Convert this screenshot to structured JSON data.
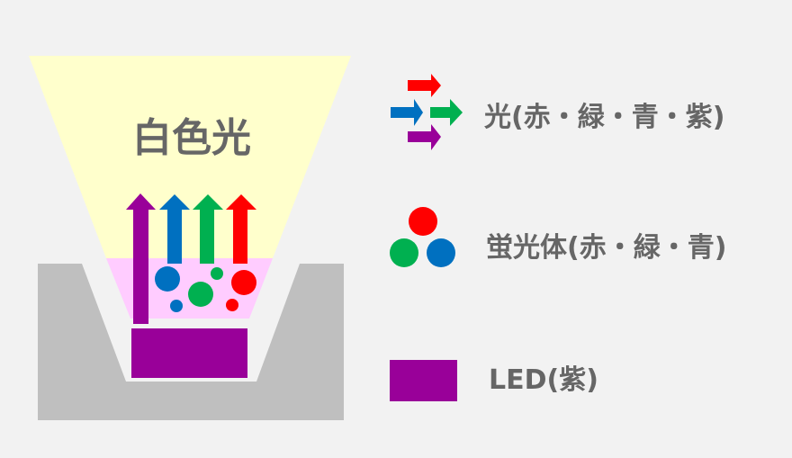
{
  "title": "白色光",
  "legend": [
    {
      "label": "光(赤・緑・青・紫)",
      "icon": "colored-arrows-icon"
    },
    {
      "label": "蛍光体(赤・緑・青)",
      "icon": "phosphor-dots-icon"
    },
    {
      "label": "LED(紫)",
      "icon": "led-block-icon"
    }
  ],
  "colors": {
    "red": "#ff0000",
    "green": "#00b050",
    "blue": "#0070c0",
    "purple": "#990099",
    "light_yellow": "#ffffcc",
    "light_pink": "#ffccff",
    "package_gray": "#bfbfbf",
    "background": "#f2f2f2",
    "text": "#666666"
  }
}
